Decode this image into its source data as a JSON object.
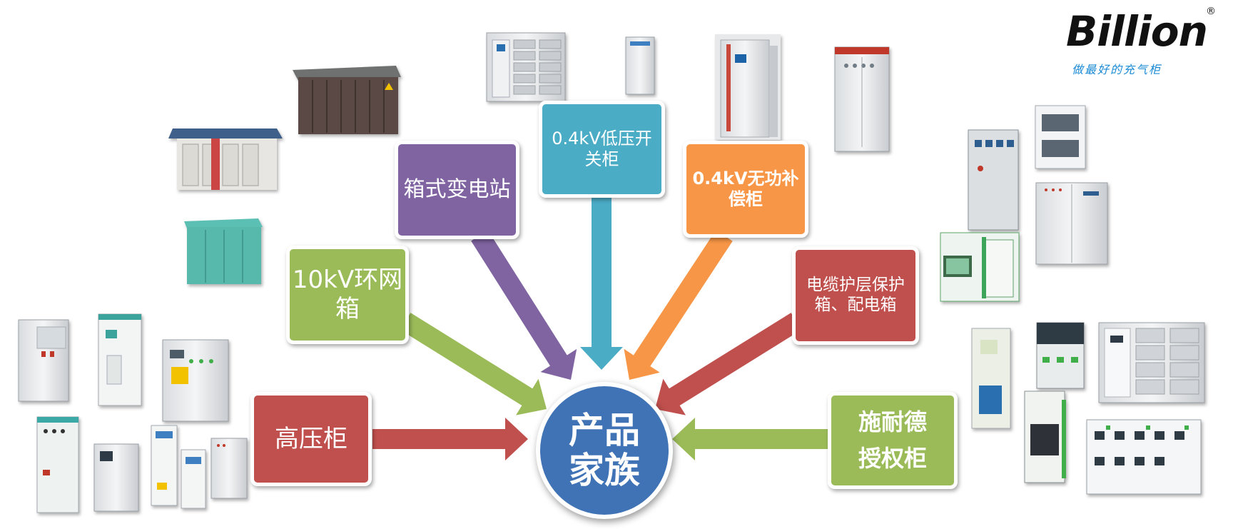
{
  "logo": {
    "brand": "Billion",
    "registered": "®",
    "slogan": "做最好的充气柜"
  },
  "center": {
    "line1": "产品",
    "line2": "家族"
  },
  "categories": [
    {
      "id": "high-voltage",
      "lines": [
        "高压柜"
      ],
      "color": "#c0504d"
    },
    {
      "id": "ring-main",
      "lines": [
        "10kV环网",
        "箱"
      ],
      "color": "#9bbb59"
    },
    {
      "id": "box-substation",
      "lines": [
        "箱式变电站"
      ],
      "color": "#8064a2"
    },
    {
      "id": "low-voltage",
      "lines": [
        "0.4kV低压开",
        "关柜"
      ],
      "color": "#4bacc6"
    },
    {
      "id": "reactive-compensation",
      "lines": [
        "0.4kV无功补",
        "偿柜"
      ],
      "color": "#f79646"
    },
    {
      "id": "cable-protection",
      "lines": [
        "电缆护层保护",
        "箱、配电箱"
      ],
      "color": "#c0504d"
    },
    {
      "id": "schneider",
      "lines": [
        "施耐德",
        "授权柜"
      ],
      "color": "#9bbb59"
    }
  ]
}
